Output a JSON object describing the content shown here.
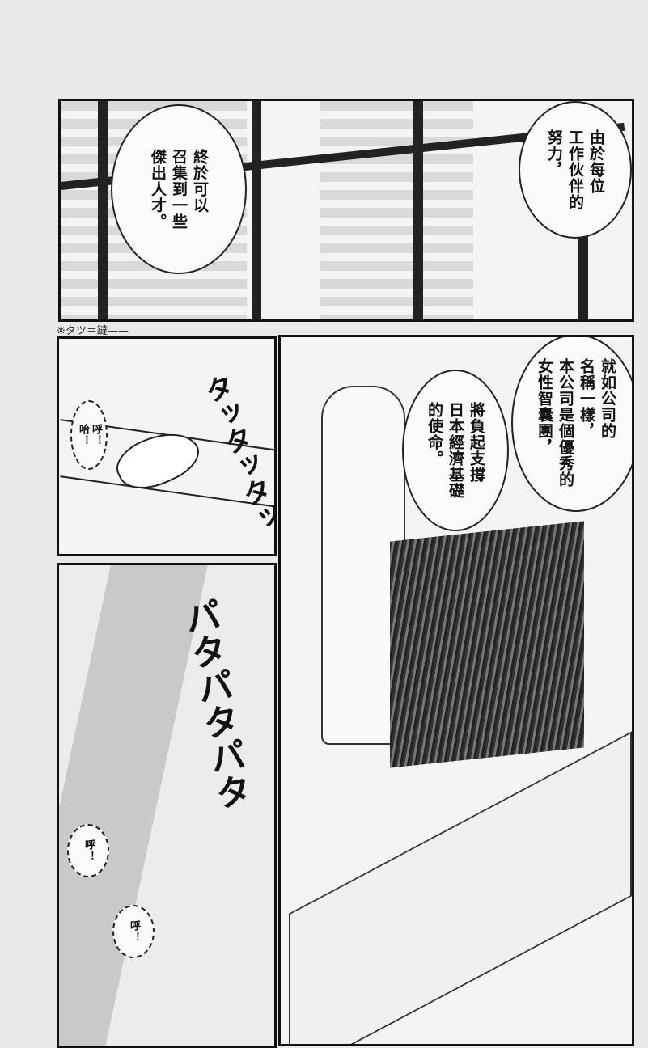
{
  "panel1": {
    "balloon_left": [
      "終於可以",
      "召集到一些",
      "傑出人才。"
    ],
    "balloon_right": [
      "由於每位",
      "工作伙伴的",
      "努力，"
    ]
  },
  "note": "※タツ＝躂——",
  "panel2": {
    "breath": [
      "呼！",
      "哈！"
    ],
    "sfx": "タッタッタッ"
  },
  "panel3": {
    "balloon_main": [
      "就如公司的",
      "名稱一樣，",
      "本公司是個優秀的",
      "女性智囊團，"
    ],
    "balloon_second": [
      "將負起支撐",
      "日本經濟基礎",
      "的使命。"
    ]
  },
  "panel4": {
    "sfx": "パタパタパタ",
    "breath1": "呼！",
    "breath2": "呼！"
  }
}
